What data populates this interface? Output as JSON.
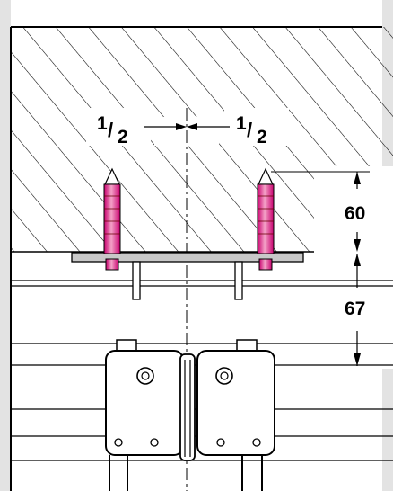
{
  "diagram": {
    "left_spacing": {
      "num": "1",
      "den": "2"
    },
    "right_spacing": {
      "num": "1",
      "den": "2"
    },
    "anchor_depth": "60",
    "track_height": "67"
  },
  "colors": {
    "background": "#ffffff",
    "frame": "#e3e3e3",
    "line": "#000000",
    "anchor": "#c8006e",
    "anchor_highlight": "#f4a3c8",
    "plate": "#c8c8c8"
  },
  "icons": {
    "hatch": "diagonal-hatch-pattern",
    "anchor": "wall-plug-anchor-icon",
    "screw": "hex-screw-icon"
  }
}
